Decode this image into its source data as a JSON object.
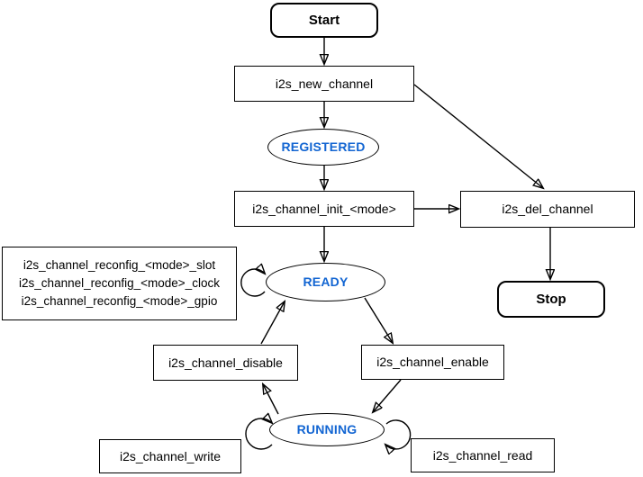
{
  "colors": {
    "state_text": "#1265d2",
    "line": "#000000",
    "node_fill": "#ffffff",
    "background": "#ffffff"
  },
  "nodes": {
    "start": {
      "label": "Start"
    },
    "new_channel": {
      "label": "i2s_new_channel"
    },
    "registered": {
      "label": "REGISTERED"
    },
    "init": {
      "label": "i2s_channel_init_<mode>"
    },
    "del_channel": {
      "label": "i2s_del_channel"
    },
    "stop": {
      "label": "Stop"
    },
    "reconfig": {
      "lines": [
        "i2s_channel_reconfig_<mode>_slot",
        "i2s_channel_reconfig_<mode>_clock",
        "i2s_channel_reconfig_<mode>_gpio"
      ]
    },
    "ready": {
      "label": "READY"
    },
    "disable": {
      "label": "i2s_channel_disable"
    },
    "enable": {
      "label": "i2s_channel_enable"
    },
    "running": {
      "label": "RUNNING"
    },
    "write": {
      "label": "i2s_channel_write"
    },
    "read": {
      "label": "i2s_channel_read"
    }
  },
  "edges": [
    {
      "from": "Start",
      "to": "i2s_new_channel"
    },
    {
      "from": "i2s_new_channel",
      "to": "REGISTERED"
    },
    {
      "from": "i2s_new_channel",
      "to": "i2s_del_channel"
    },
    {
      "from": "REGISTERED",
      "to": "i2s_channel_init_<mode>"
    },
    {
      "from": "i2s_channel_init_<mode>",
      "to": "READY"
    },
    {
      "from": "i2s_channel_init_<mode>",
      "to": "i2s_del_channel"
    },
    {
      "from": "i2s_del_channel",
      "to": "Stop"
    },
    {
      "from": "READY",
      "to": "READY"
    },
    {
      "from": "READY",
      "to": "i2s_channel_enable"
    },
    {
      "from": "i2s_channel_disable",
      "to": "READY"
    },
    {
      "from": "i2s_channel_enable",
      "to": "RUNNING"
    },
    {
      "from": "RUNNING",
      "to": "i2s_channel_disable"
    },
    {
      "from": "RUNNING",
      "to": "RUNNING"
    },
    {
      "from": "RUNNING",
      "to": "RUNNING"
    }
  ]
}
